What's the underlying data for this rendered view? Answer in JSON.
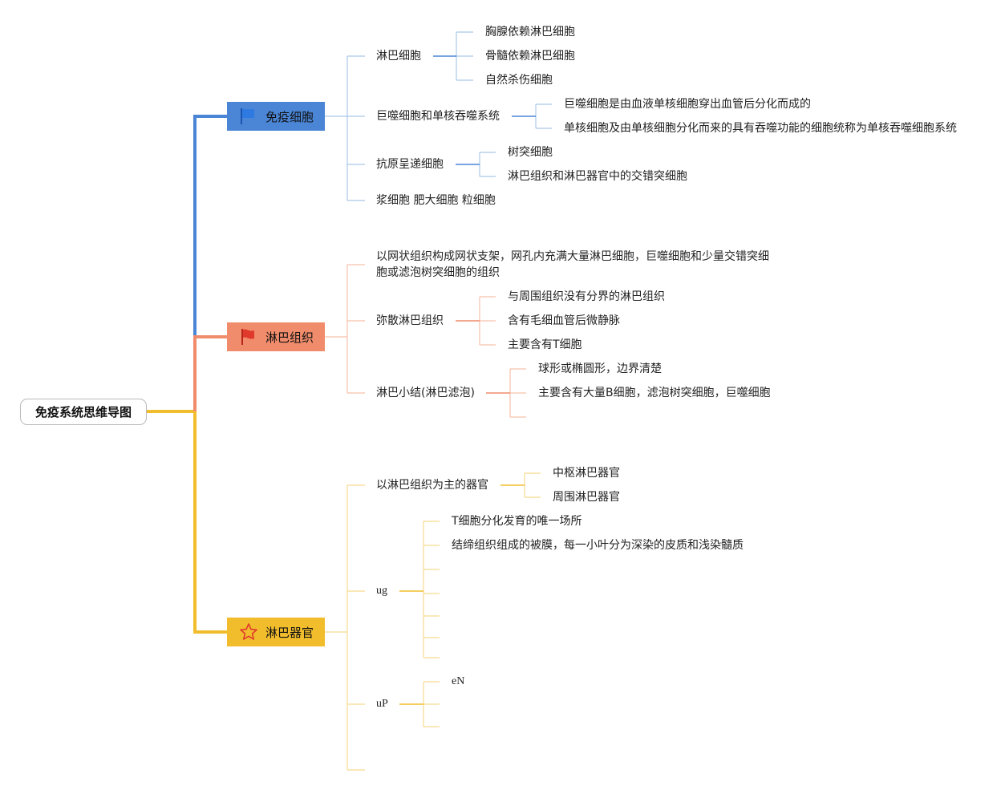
{
  "root": {
    "label": "免疫系统思维导图"
  },
  "colors": {
    "blue": "#4a85d6",
    "orange": "#f08c6b",
    "yellow": "#f2bd2c",
    "blue_light": "#a9c7e8",
    "orange_light": "#f6c0ab",
    "yellow_light": "#f7da8f"
  },
  "branches": [
    {
      "label": "免疫细胞",
      "icon": "blue-flag-icon",
      "children": [
        {
          "label": "淋巴细胞",
          "children": [
            "胸腺依赖淋巴细胞",
            "骨髓依赖淋巴细胞",
            "自然杀伤细胞"
          ]
        },
        {
          "label": "巨噬细胞和单核吞噬系统",
          "children": [
            "巨噬细胞是由血液单核细胞穿出血管后分化而成的",
            "单核细胞及由单核细胞分化而来的具有吞噬功能的细胞统称为单核吞噬细胞系统"
          ]
        },
        {
          "label": "抗原呈递细胞",
          "children": [
            "树突细胞",
            "淋巴组织和淋巴器官中的交错突细胞"
          ]
        },
        {
          "label": "浆细胞 肥大细胞 粒细胞",
          "children": []
        }
      ]
    },
    {
      "label": "淋巴组织",
      "icon": "red-flag-icon",
      "children": [
        {
          "label": "以网状组织构成网状支架，网孔内充满大量淋巴细胞，巨噬细胞和少量交错突细胞或滤泡树突细胞的组织",
          "children": []
        },
        {
          "label": "弥散淋巴组织",
          "children": [
            "与周围组织没有分界的淋巴组织",
            "含有毛细血管后微静脉",
            "主要含有T细胞"
          ]
        },
        {
          "label": "淋巴小结(淋巴滤泡)",
          "children": [
            "球形或椭圆形，边界清楚",
            "主要含有大量B细胞，滤泡树突细胞，巨噬细胞"
          ]
        }
      ]
    },
    {
      "label": "淋巴器官",
      "icon": "star-icon",
      "children": [
        {
          "label": "以淋巴组织为主的器官",
          "children": [
            "中枢淋巴器官",
            "周围淋巴器官"
          ]
        },
        {
          "label": "ug",
          "children": [
            "T细胞分化发育的唯一场所",
            "结缔组织组成的被膜，每一小叶分为深染的皮质和浅染髓质"
          ]
        },
        {
          "label": "uP",
          "children": [
            "eN"
          ]
        }
      ]
    }
  ]
}
